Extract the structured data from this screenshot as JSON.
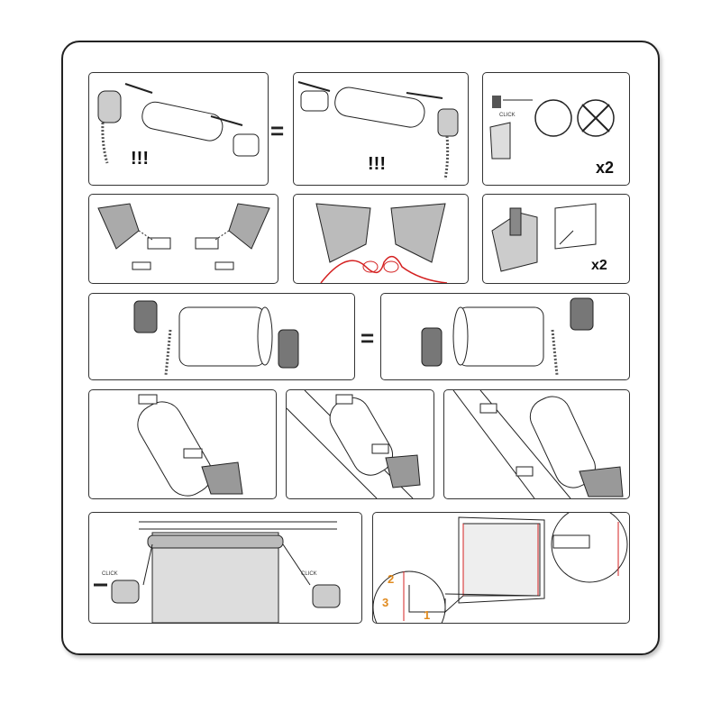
{
  "steps": {
    "warning_mark_1": "!!!",
    "warning_mark_2": "!!!",
    "equals_1": "=",
    "equals_2": "=",
    "quantity_1": "x2",
    "quantity_2": "x2",
    "click_1": "CLICK",
    "click_2": "CLICK",
    "click_3": "CLICK",
    "num_1": "1",
    "num_2": "2",
    "num_3": "3"
  },
  "colors": {
    "line": "#222222",
    "cord": "#d42020",
    "number": "#e08a1e"
  }
}
